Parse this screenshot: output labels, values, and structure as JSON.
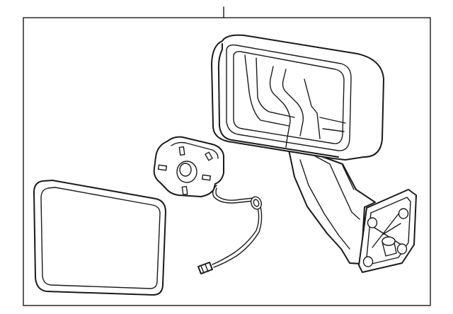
{
  "diagram": {
    "callouts": [],
    "parts": [
      {
        "id": "mirror-assembly"
      },
      {
        "id": "mirror-glass"
      },
      {
        "id": "actuator-motor"
      },
      {
        "id": "wiring-harness-connector"
      }
    ],
    "colors": {
      "line": "#1a1a1a",
      "background": "#ffffff",
      "frame": "#1a1a1a"
    }
  }
}
